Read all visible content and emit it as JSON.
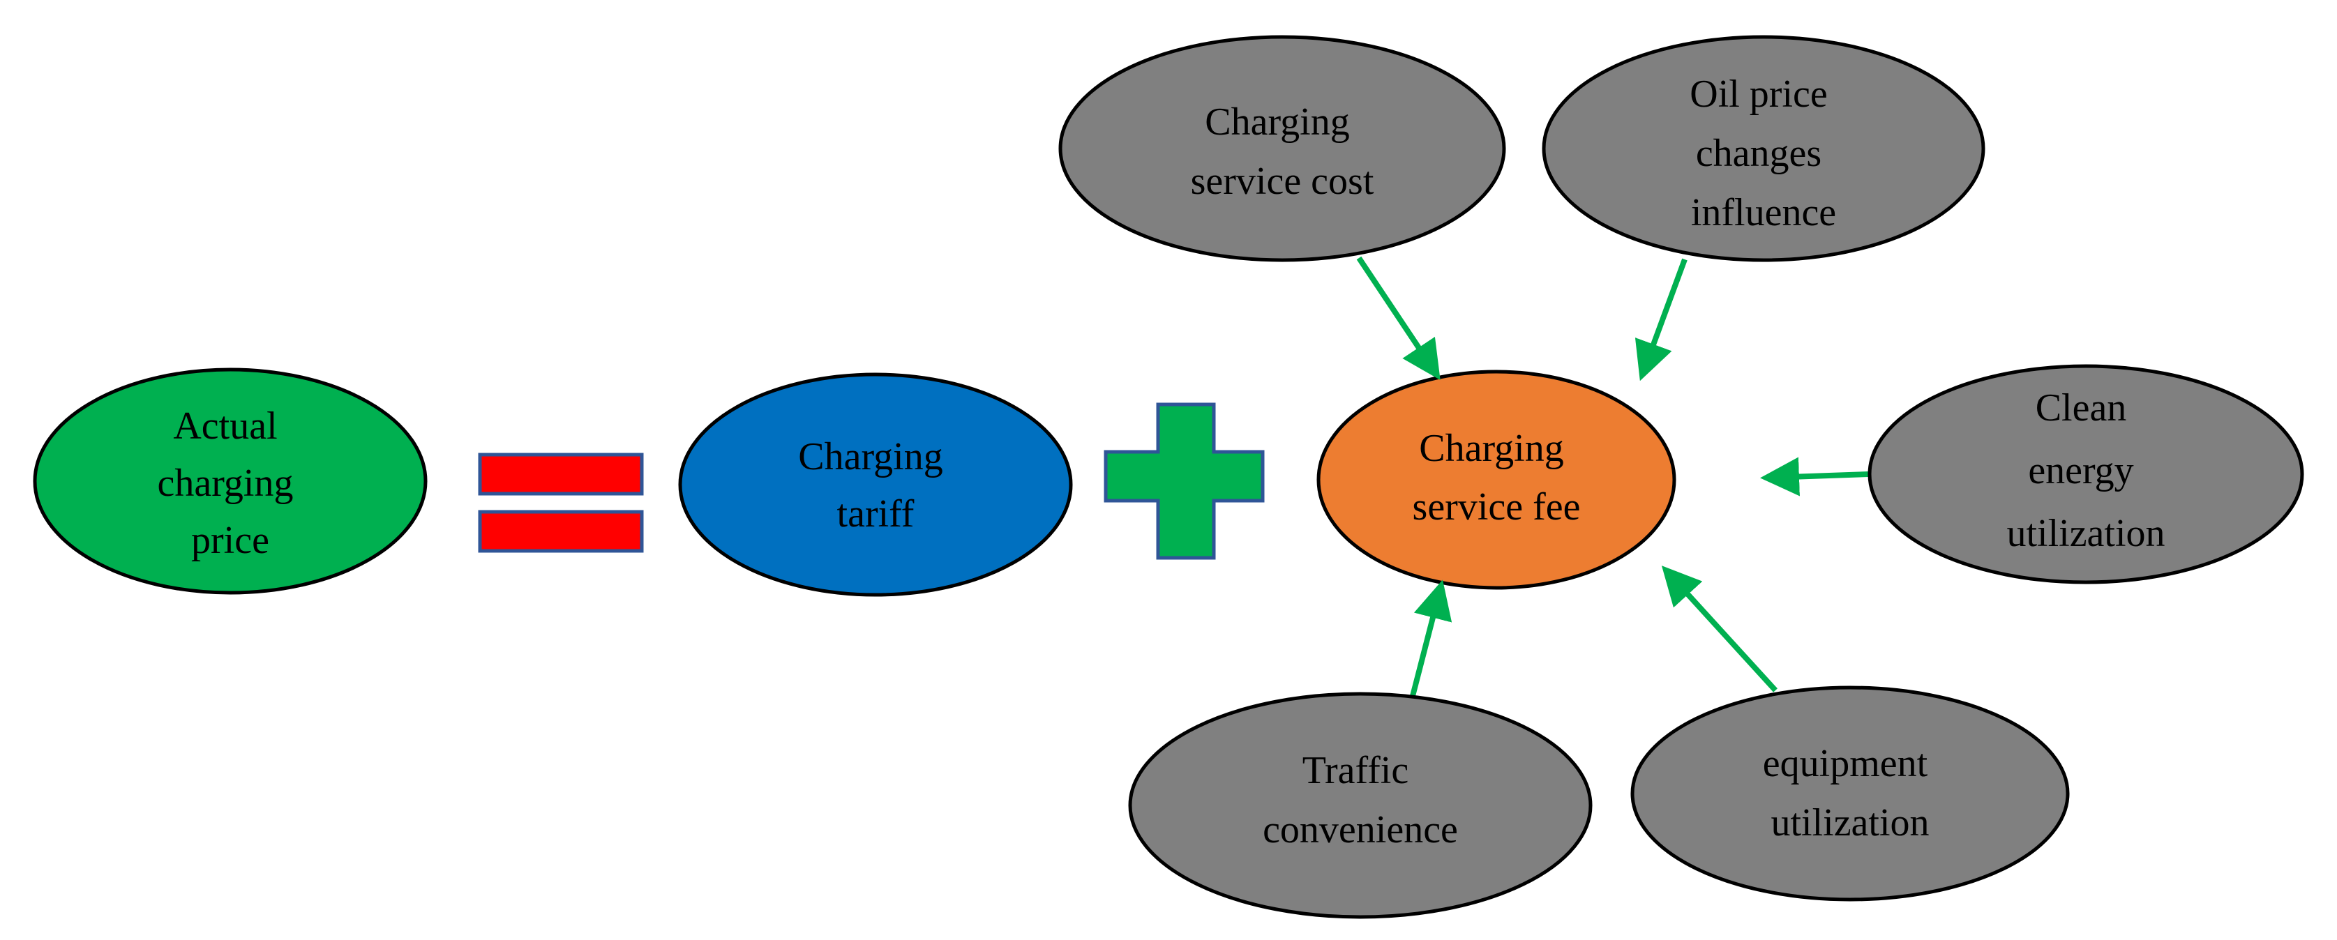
{
  "colors": {
    "actual_price_fill": "#00b050",
    "tariff_fill": "#0070c0",
    "service_fee_fill": "#ed7d31",
    "factor_fill": "#808080",
    "outline": "#000000",
    "equals_fill": "#ff0000",
    "equals_border": "#2f5597",
    "plus_fill": "#00b050",
    "plus_border": "#2f5597",
    "arrow": "#00b050"
  },
  "equation": {
    "actual_price": {
      "lines": [
        "Actual",
        "charging",
        "price"
      ]
    },
    "tariff": {
      "lines": [
        "Charging",
        "tariff"
      ]
    },
    "service_fee": {
      "lines": [
        "Charging",
        "service fee"
      ]
    },
    "equals_icon": "equals-sign-icon",
    "plus_icon": "plus-sign-icon"
  },
  "factors": [
    {
      "id": "charging-service-cost",
      "lines": [
        "Charging",
        "service cost"
      ]
    },
    {
      "id": "oil-price-changes-influence",
      "lines": [
        "Oil price",
        "changes",
        "influence"
      ]
    },
    {
      "id": "clean-energy-utilization",
      "lines": [
        "Clean",
        "energy",
        "utilization"
      ]
    },
    {
      "id": "equipment-utilization",
      "lines": [
        "equipment",
        "utilization"
      ]
    },
    {
      "id": "traffic-convenience",
      "lines": [
        "Traffic",
        "convenience"
      ]
    }
  ]
}
